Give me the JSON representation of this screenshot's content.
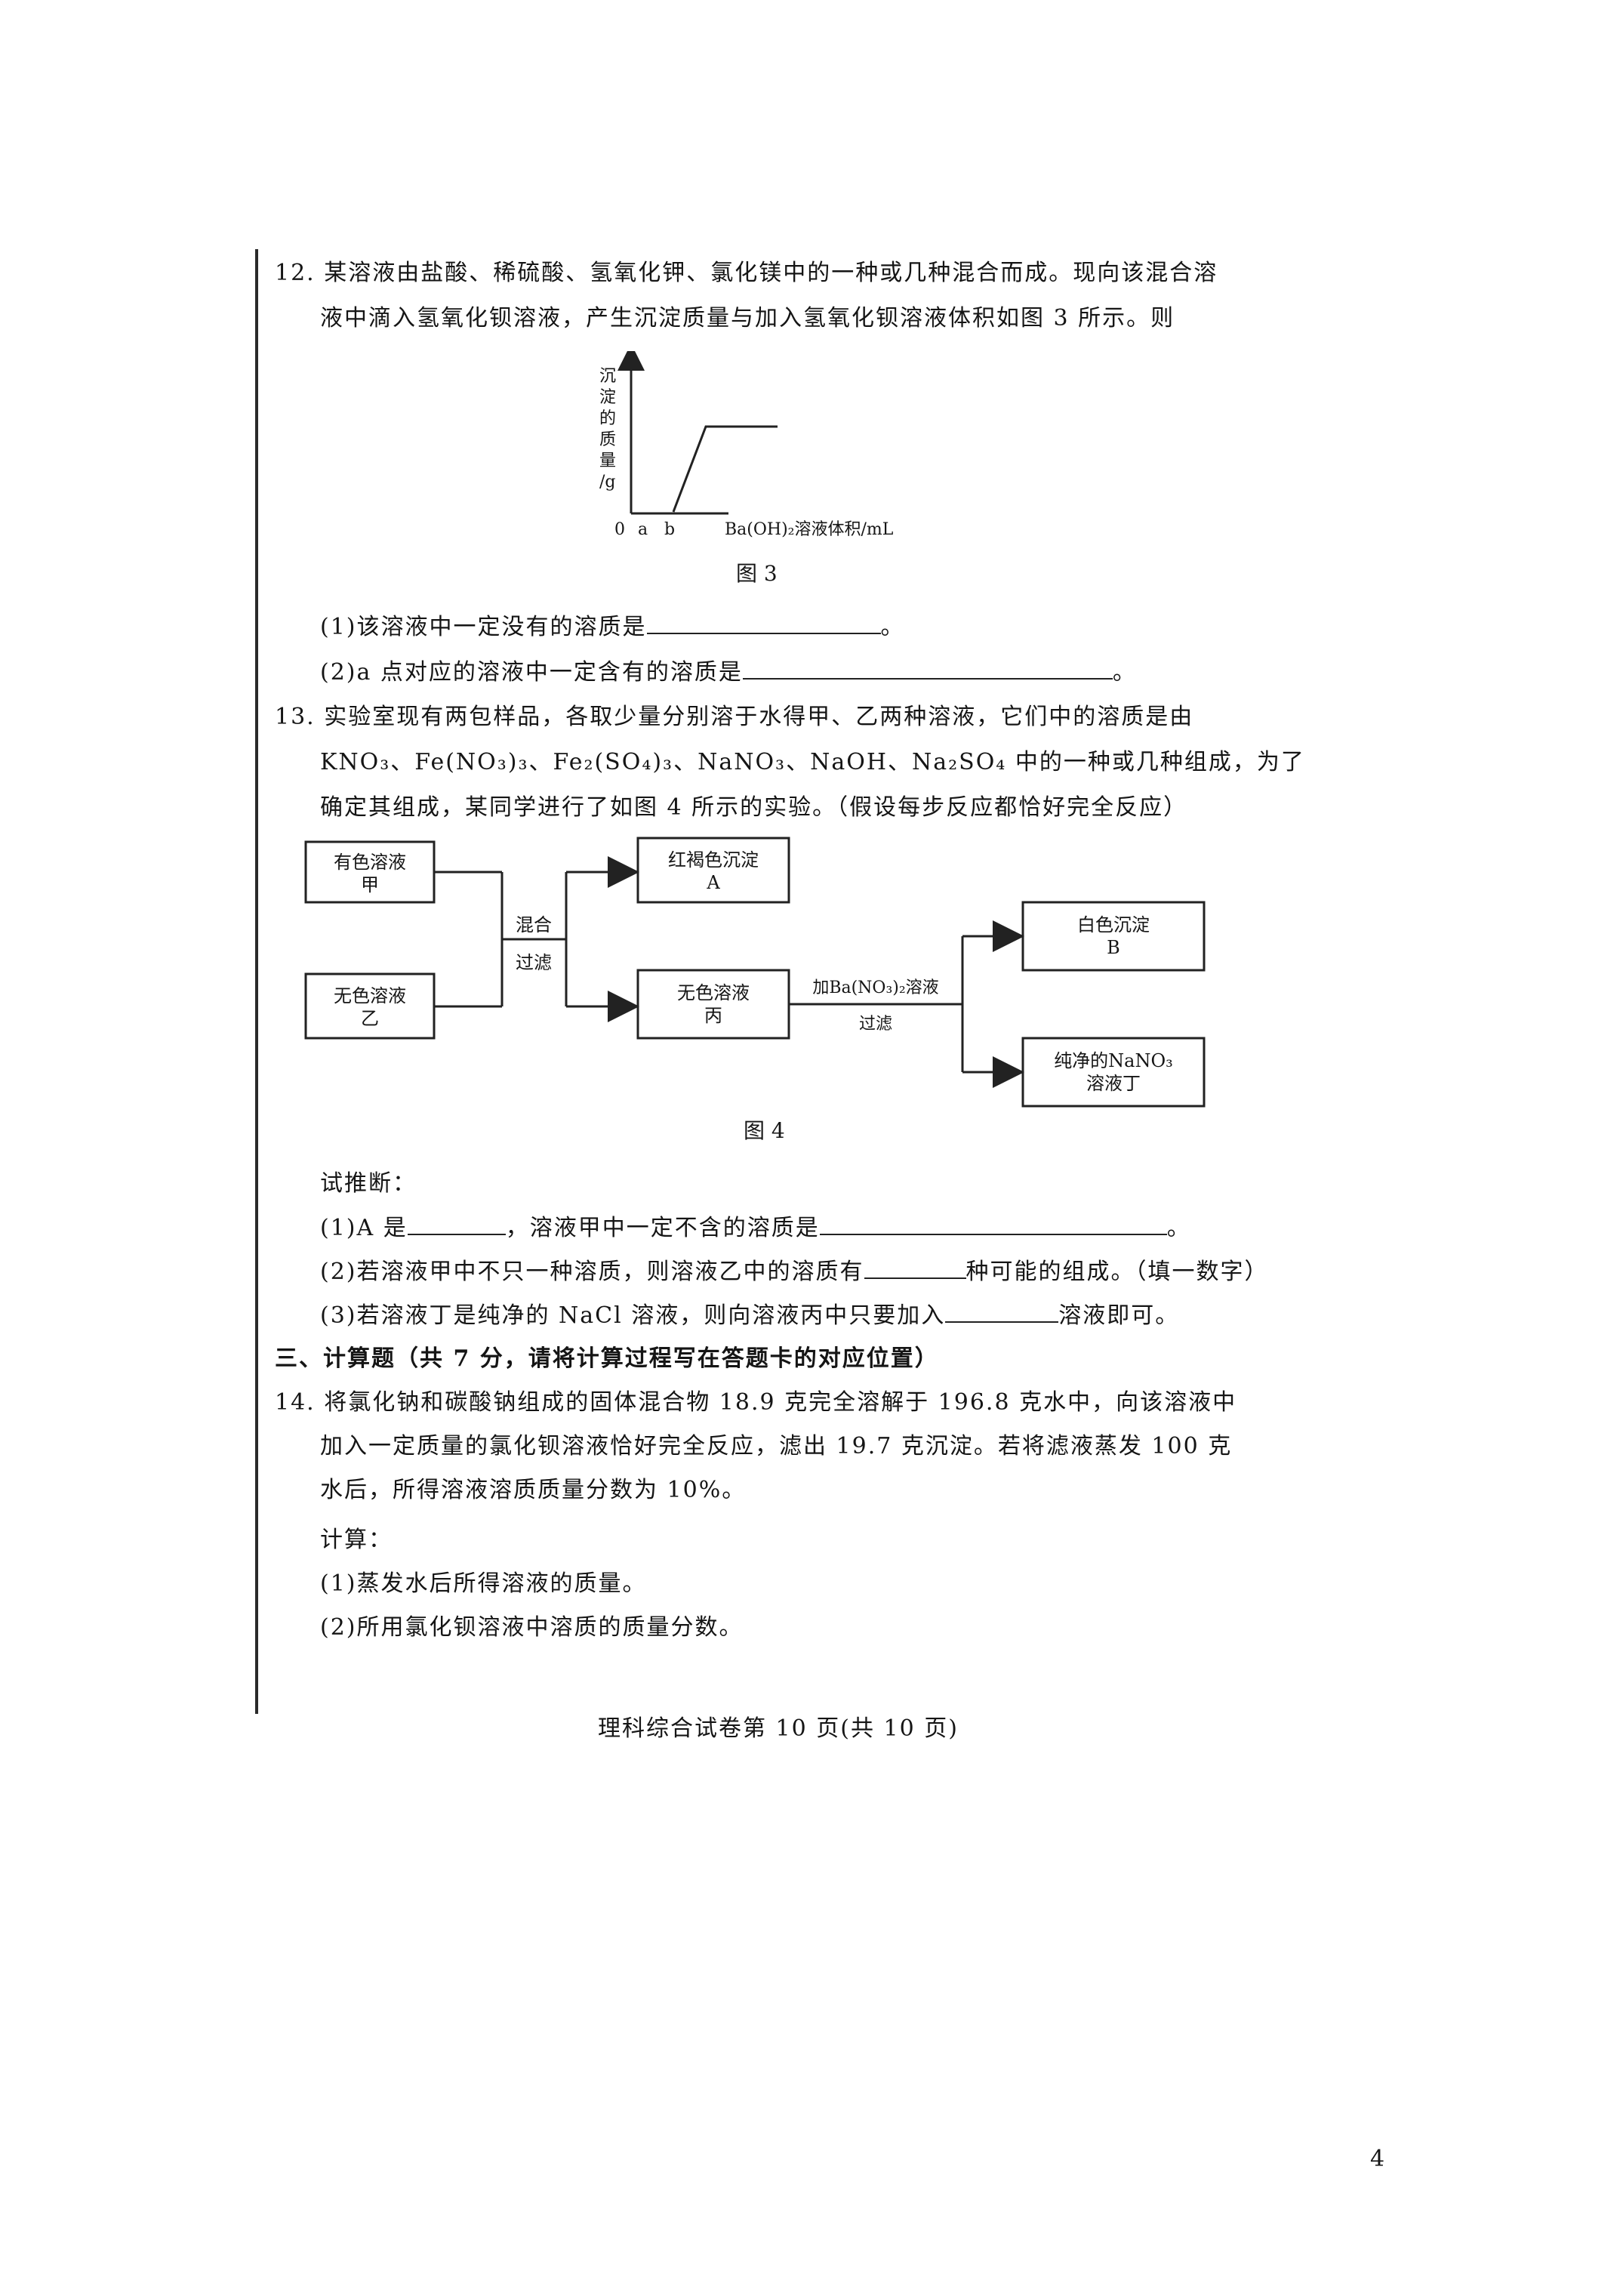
{
  "q12": {
    "line1": "12. 某溶液由盐酸、稀硫酸、氢氧化钾、氯化镁中的一种或几种混合而成。现向该混合溶",
    "line2": "液中滴入氢氧化钡溶液，产生沉淀质量与加入氢氧化钡溶液体积如图 3 所示。则",
    "figure": {
      "ylabel": [
        "沉",
        "淀",
        "的",
        "质",
        "量",
        "/g"
      ],
      "origin": "0",
      "point_a": "a",
      "point_b": "b",
      "xlabel": "Ba(OH)₂溶液体积/mL",
      "caption": "图 3"
    },
    "sub1": "(1)该溶液中一定没有的溶质是",
    "sub1_end": "。",
    "sub2": "(2)a 点对应的溶液中一定含有的溶质是",
    "sub2_end": "。"
  },
  "chart_data": {
    "type": "line",
    "x": [
      "0",
      "a",
      "b",
      ""
    ],
    "y": [
      0,
      0,
      0,
      1
    ],
    "xlabel": "Ba(OH)₂溶液体积/mL",
    "ylabel": "沉淀的质量/g",
    "note": ""
  },
  "q13": {
    "line1": "13. 实验室现有两包样品，各取少量分别溶于水得甲、乙两种溶液，它们中的溶质是由",
    "line2": "KNO₃、Fe(NO₃)₃、Fe₂(SO₄)₃、NaNO₃、NaOH、Na₂SO₄ 中的一种或几种组成，为了",
    "line3": "确定其组成，某同学进行了如图 4 所示的实验。（假设每步反应都恰好完全反应）",
    "flow": {
      "box_jia": [
        "有色溶液",
        "甲"
      ],
      "box_yi": [
        "无色溶液",
        "乙"
      ],
      "mix": [
        "混合",
        "过滤"
      ],
      "box_A": [
        "红褐色沉淀",
        "A"
      ],
      "box_bing": [
        "无色溶液",
        "丙"
      ],
      "reagent": "加Ba(NO₃)₂溶液",
      "filter": "过滤",
      "box_B": [
        "白色沉淀",
        "B"
      ],
      "box_ding": [
        "纯净的NaNO₃",
        "溶液丁"
      ],
      "caption": "图 4"
    },
    "infer": "试推断：",
    "s1a": "(1)A 是",
    "s1b": "，溶液甲中一定不含的溶质是",
    "s1_end": "。",
    "s2a": "(2)若溶液甲中不只一种溶质，则溶液乙中的溶质有",
    "s2b": "种可能的组成。（填一数字）",
    "s3a": "(3)若溶液丁是纯净的 NaCl 溶液，则向溶液丙中只要加入",
    "s3b": "溶液即可。"
  },
  "section3": "三、计算题（共 7 分，请将计算过程写在答题卡的对应位置）",
  "q14": {
    "line1": "14. 将氯化钠和碳酸钠组成的固体混合物 18.9 克完全溶解于 196.8 克水中，向该溶液中",
    "line2": "加入一定质量的氯化钡溶液恰好完全反应，滤出 19.7 克沉淀。若将滤液蒸发 100 克",
    "line3": "水后，所得溶液溶质质量分数为 10%。",
    "calc": "计算：",
    "sub1": "(1)蒸发水后所得溶液的质量。",
    "sub2": "(2)所用氯化钡溶液中溶质的质量分数。"
  },
  "footer": "理科综合试卷第 10 页(共 10 页)",
  "page_number": "4"
}
